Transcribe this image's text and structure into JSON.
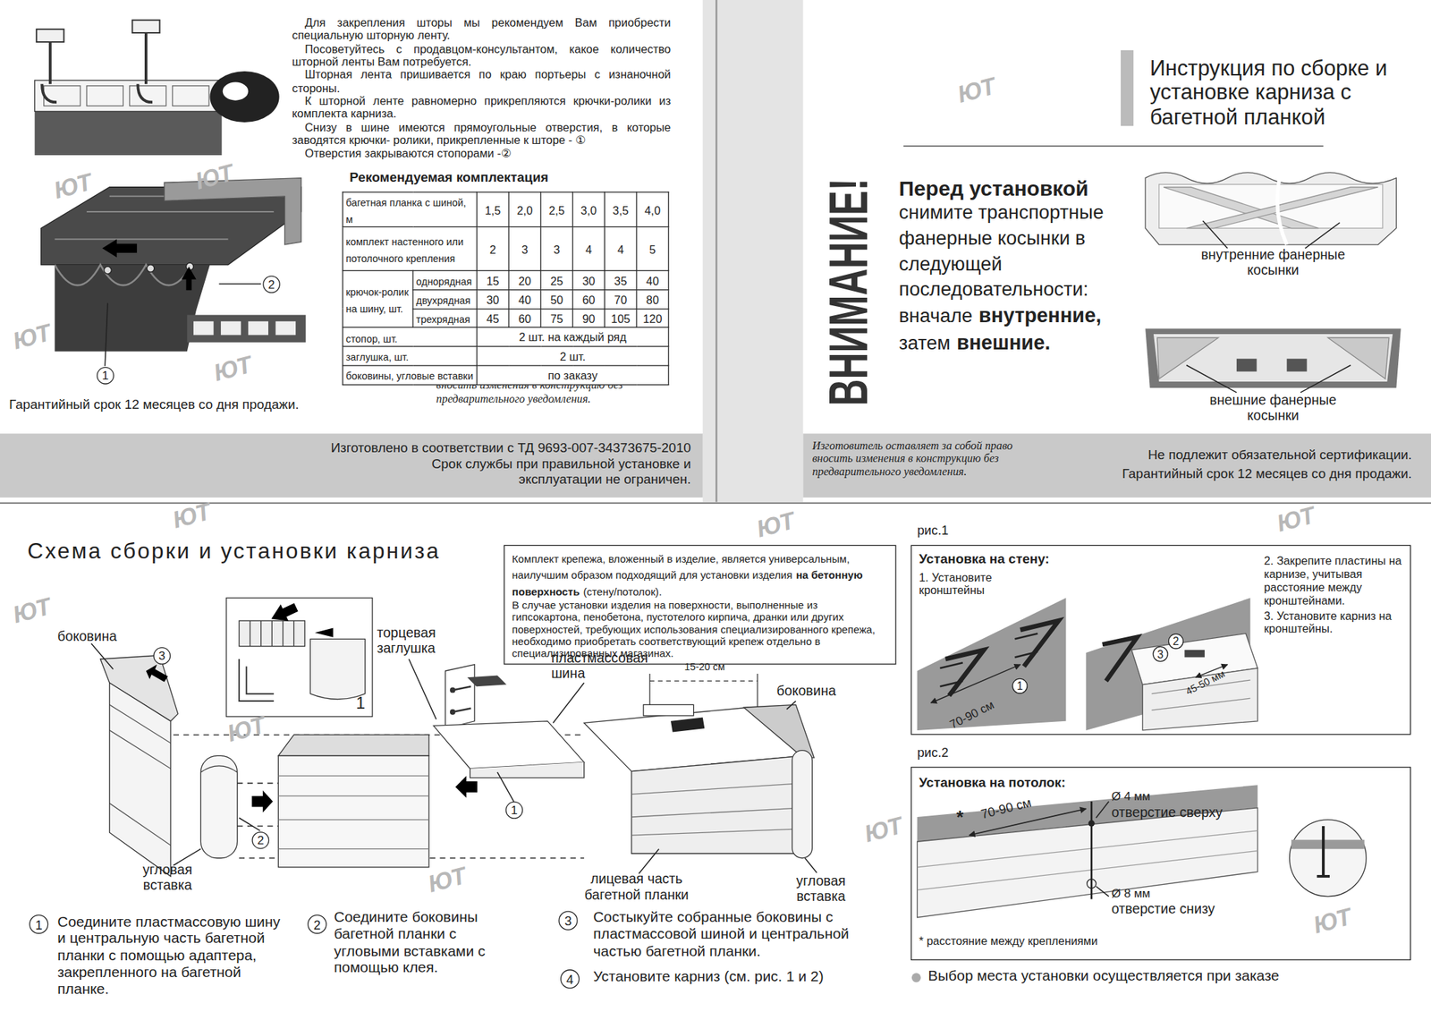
{
  "diagram": {
    "title": "Инструкция по сборке и установке карниза с багетной планкой",
    "nodes": [
      {
        "text": [
          "2"
        ]
      },
      {
        "text": [
          "1"
        ]
      },
      {
        "text": [
          "Комплект крепежа, вложенный в изделие, является универсальным, наилучшим образом подходящий для установки изделия",
          "на бетонную поверхность",
          "(стену/потолок).",
          "В случае установки изделия на поверхности, выполненные из гипсокартона, пенобетона, пустотелого кирпича, дранки или других поверхностей, требующих использования специализированного крепежа, необходимо приобретать соответствующий крепеж отдельно в специализированных магазинах."
        ]
      },
      {
        "text": [
          "3"
        ]
      },
      {
        "text": [
          "1"
        ]
      },
      {
        "text": [
          "2"
        ]
      },
      {
        "text": [
          "1"
        ]
      },
      {
        "text": [
          "2"
        ]
      },
      {
        "text": [
          "3"
        ]
      },
      {
        "text": [
          "4"
        ]
      },
      {
        "text": [
          "Установка на стену:",
          "1. Установите кронштейны",
          "2. Закрепите пластины на карнизе, учитывая расстояние между кронштейнами.",
          "3. Установите карниз на кронштейны."
        ]
      },
      {
        "text": [
          "2"
        ],
        "in": 10
      },
      {
        "text": [
          "3"
        ],
        "in": 10
      },
      {
        "text": [
          "1"
        ],
        "in": 10
      },
      {
        "text": [
          "Установка на потолок:",
          "* расстояние между креплениями"
        ]
      }
    ],
    "labels": [
      "Для закрепления шторы мы рекомендуем Вам приобрести специальную шторную ленту.",
      "Посоветуйтесь с продавцом-консультантом, какое количество шторной ленты Вам потребуется.",
      "Шторная лента пришивается по краю портьеры с изнаночной стороны.",
      "К шторной ленте равномерно прикрепляются крючки-ролики из комплекта карниза.",
      "Снизу в шине имеются прямоугольные отверстия, в которые заводятся крючки- ролики, прикрепленные к шторе - ①",
      "Отверстия закрываются стопорами -②",
      "Рекомендуемая комплектация",
      "багетная планка с шиной, м",
      "1,5",
      "2,0",
      "2,5",
      "3,0",
      "3,5",
      "4,0",
      "комплект настенного или потолочного крепления",
      "2",
      "3",
      "3",
      "4",
      "4",
      "5",
      "крючок-ролик на шину, шт.",
      "однорядная",
      "15",
      "20",
      "25",
      "30",
      "35",
      "40",
      "двухрядная",
      "30",
      "40",
      "50",
      "60",
      "70",
      "80",
      "трехрядная",
      "45",
      "60",
      "75",
      "90",
      "105",
      "120",
      "стопор, шт.",
      "2 шт. на каждый ряд",
      "заглушка, шт.",
      "2 шт.",
      "боковины, угловые вставки",
      "по заказу",
      "Изготовитель оставляет за собой право вносить изменения в конструкцию без предварительного уведомления.",
      "Гарантийный срок 12 месяцев со дня продажи.",
      "Изготовлено в соответствии с ТД 9693-007-34373675-2010",
      "Срок службы при правильной установке и эксплуатации не ограничен.",
      "ВНИМАНИЕ!",
      "Перед установкой",
      "снимите транспортные фанерные косынки в следующей последовательности:",
      "вначале",
      "внутренние,",
      "затем",
      "внешние.",
      "внутренние фанерные косынки",
      "внешние фанерные косынки",
      "Изготовитель оставляет за собой право вносить изменения в конструкцию без предварительного уведомления.",
      "Не подлежит обязательной сертификации.",
      "Гарантийный срок 12 месяцев со дня продажи.",
      "Схема сборки и установки карниза",
      "боковина",
      "торцевая заглушка",
      "1",
      "пластмассовая шина",
      "15-20 см",
      "боковина",
      "угловая вставка",
      "лицевая часть багетной планки",
      "угловая вставка",
      "Соедините пластмассовую шину и центральную часть багетной планки с помощью адаптера, закрепленного на багетной планке.",
      "Соедините боковины багетной планки с угловыми вставками с помощью клея.",
      "Состыкуйте собранные боковины с пластмассовой шиной и центральной частью багетной планки.",
      "Установите карниз (см. рис. 1 и 2)",
      "рис.1",
      "70-90 см",
      "45-50 мм",
      "рис.2",
      "*",
      "70-90 см",
      "Ø 4 мм",
      "отверстие сверху",
      "Ø 8 мм",
      "отверстие снизу",
      "Выбор места установки осуществляется при заказе",
      "ЮТ",
      "ЮТ",
      "ЮТ",
      "ЮТ",
      "ЮТ",
      "ЮТ",
      "ЮТ",
      "ЮТ",
      "ЮТ",
      "ЮТ",
      "ЮТ",
      "ЮТ",
      "ЮТ"
    ]
  }
}
